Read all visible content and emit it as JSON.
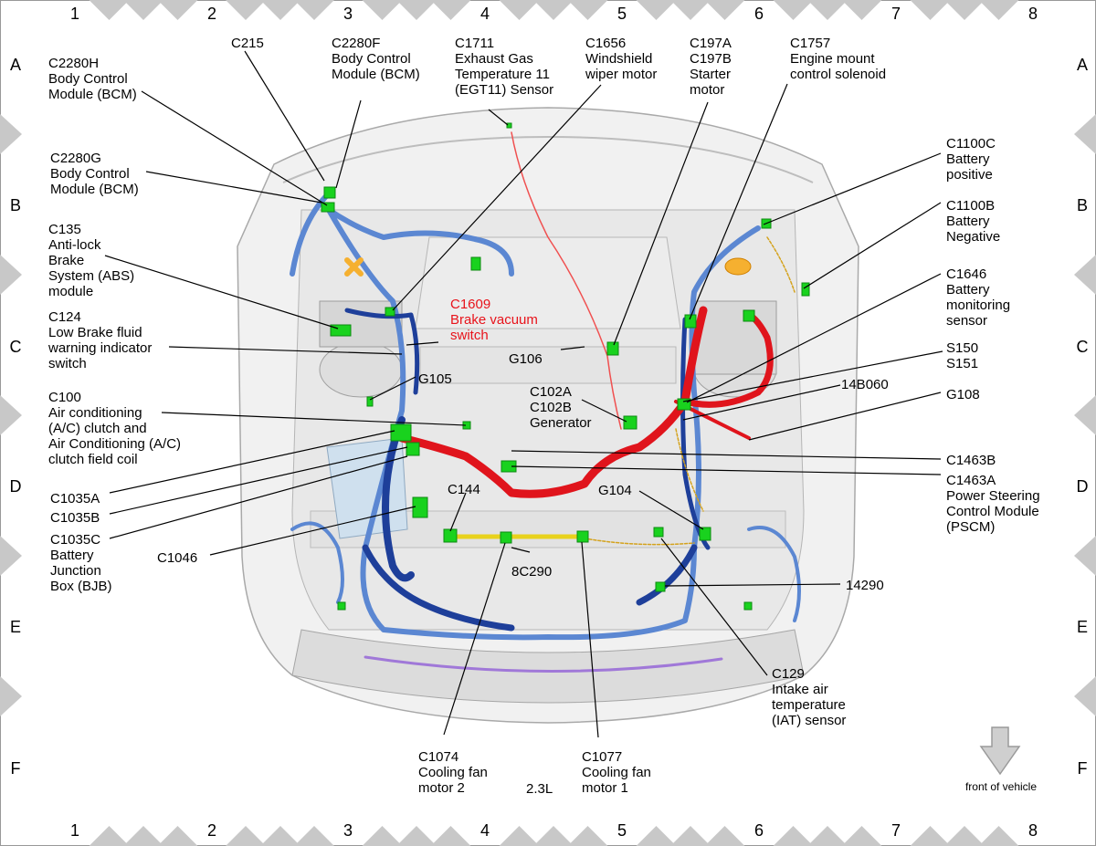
{
  "grid": {
    "columns": [
      "1",
      "2",
      "3",
      "4",
      "5",
      "6",
      "7",
      "8"
    ],
    "rows": [
      "A",
      "B",
      "C",
      "D",
      "E",
      "F"
    ]
  },
  "labels": {
    "c2280h": [
      "C2280H",
      "Body Control",
      "Module (BCM)"
    ],
    "c215": [
      "C215"
    ],
    "c2280f": [
      "C2280F",
      "Body Control",
      "Module (BCM)"
    ],
    "c1711": [
      "C1711",
      "Exhaust Gas",
      "Temperature 11",
      "(EGT11) Sensor"
    ],
    "c1656": [
      "C1656",
      "Windshield",
      "wiper motor"
    ],
    "c197": [
      "C197A",
      "C197B",
      "Starter",
      "motor"
    ],
    "c1757": [
      "C1757",
      "Engine mount",
      "control solenoid"
    ],
    "c2280g": [
      "C2280G",
      "Body Control",
      "Module (BCM)"
    ],
    "c1100c": [
      "C1100C",
      "Battery",
      "positive"
    ],
    "c1100b": [
      "C1100B",
      "Battery",
      "Negative"
    ],
    "c135": [
      "C135",
      "Anti-lock",
      "Brake",
      "System (ABS)",
      "module"
    ],
    "c1646": [
      "C1646",
      "Battery",
      "monitoring",
      "sensor"
    ],
    "c1609": [
      "C1609",
      "Brake vacuum",
      "switch"
    ],
    "c124": [
      "C124",
      "Low Brake fluid",
      "warning indicator",
      "switch"
    ],
    "s150": [
      "S150",
      "S151"
    ],
    "g106": [
      "G106"
    ],
    "g105": [
      "G105"
    ],
    "b14060": [
      "14B060"
    ],
    "c102": [
      "C102A",
      "C102B",
      "Generator"
    ],
    "g108": [
      "G108"
    ],
    "c100": [
      "C100",
      "Air conditioning",
      "(A/C) clutch and",
      "Air Conditioning (A/C)",
      "clutch field coil"
    ],
    "c1463b": [
      "C1463B"
    ],
    "c1463a": [
      "C1463A",
      "Power Steering",
      "Control Module",
      "(PSCM)"
    ],
    "c1035a": [
      "C1035A"
    ],
    "c1035b": [
      "C1035B"
    ],
    "c1035c": [
      "C1035C",
      "Battery",
      "Junction",
      "Box (BJB)"
    ],
    "c144": [
      "C144"
    ],
    "g104": [
      "G104"
    ],
    "c1046": [
      "C1046"
    ],
    "c8290": [
      "8C290"
    ],
    "n14290": [
      "14290"
    ],
    "c129": [
      "C129",
      "Intake air",
      "temperature",
      "(IAT) sensor"
    ],
    "c1074": [
      "C1074",
      "Cooling fan",
      "motor 2"
    ],
    "c1077": [
      "C1077",
      "Cooling fan",
      "motor 1"
    ],
    "engine": [
      "2.3L"
    ],
    "front": [
      "front of vehicle"
    ]
  },
  "colors": {
    "harness_blue": "#4a78c8",
    "harness_dark_blue": "#1e3f9a",
    "battery_red": "#e0141c",
    "connector_green": "#19d21e",
    "callout_red": "#e8131b",
    "wire_yellow": "#e8d21c",
    "grid_marker_gray": "#c8c8c8"
  }
}
